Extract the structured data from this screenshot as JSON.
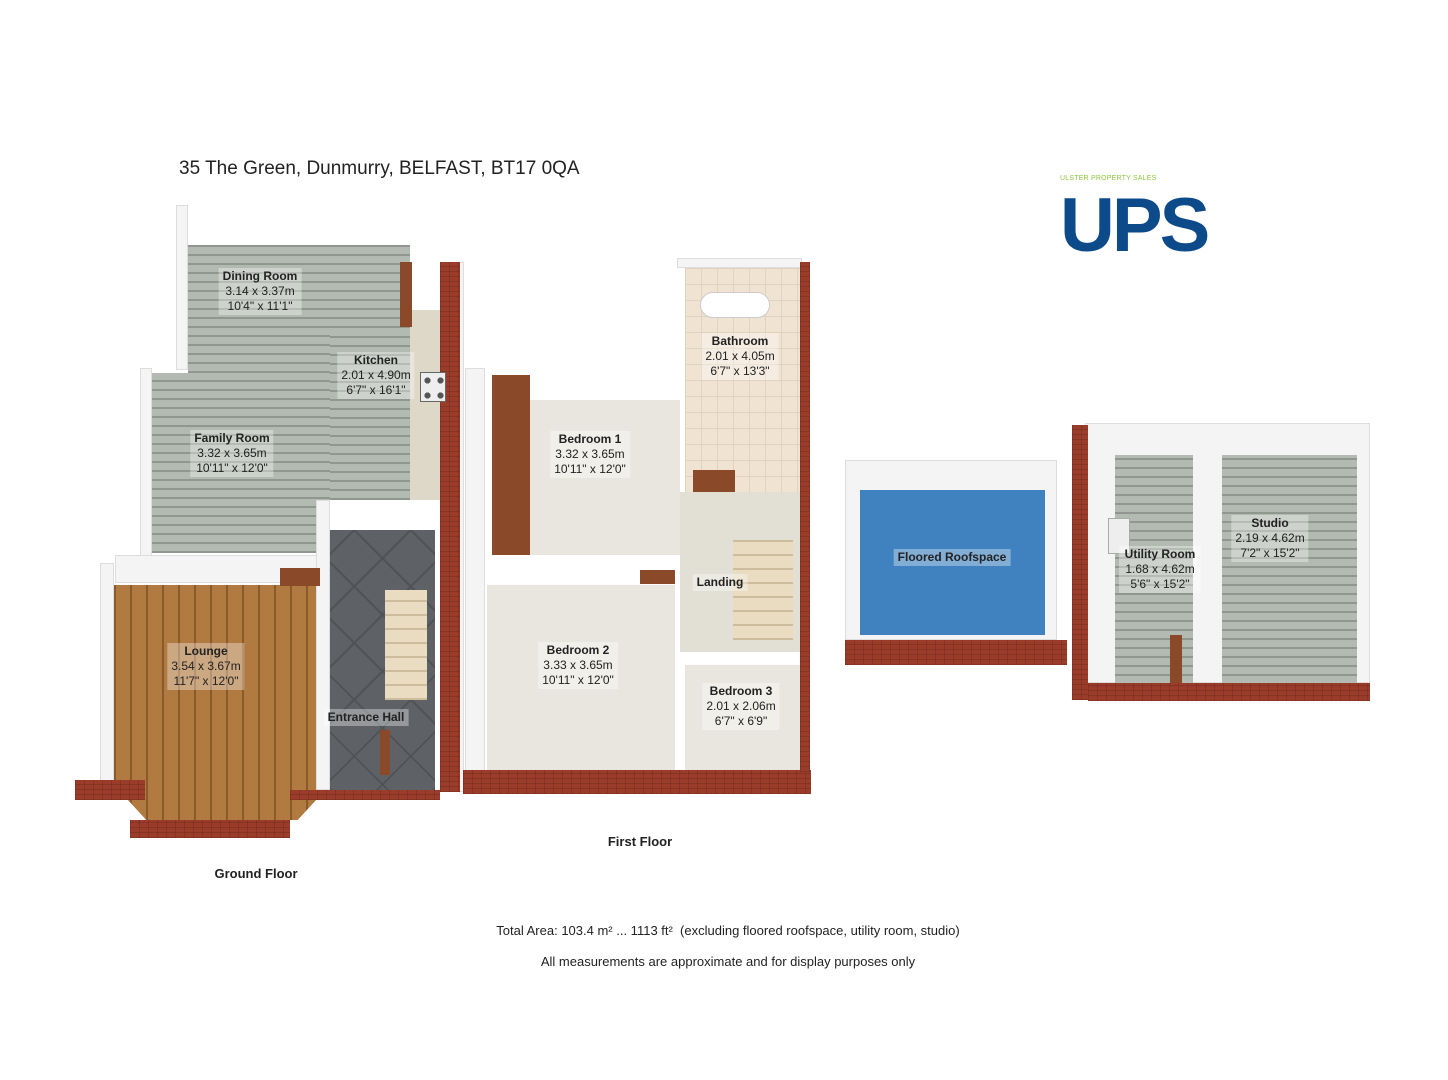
{
  "address": "35 The Green, Dunmurry, BELFAST, BT17 0QA",
  "logo": {
    "tagline": "ULSTER PROPERTY SALES",
    "text": "UPS",
    "color": "#0d4a8a",
    "accent": "#8cc63f"
  },
  "floors": {
    "ground": {
      "caption": "Ground Floor",
      "rooms": [
        {
          "name": "Dining Room",
          "metric": "3.14 x 3.37m",
          "imperial": "10'4\" x 11'1\""
        },
        {
          "name": "Kitchen",
          "metric": "2.01 x 4.90m",
          "imperial": "6'7\" x 16'1\""
        },
        {
          "name": "Family Room",
          "metric": "3.32 x 3.65m",
          "imperial": "10'11\" x 12'0\""
        },
        {
          "name": "Lounge",
          "metric": "3.54 x 3.67m",
          "imperial": "11'7\" x 12'0\""
        },
        {
          "name": "Entrance Hall"
        }
      ]
    },
    "first": {
      "caption": "First Floor",
      "rooms": [
        {
          "name": "Bathroom",
          "metric": "2.01 x 4.05m",
          "imperial": "6'7\" x 13'3\""
        },
        {
          "name": "Bedroom 1",
          "metric": "3.32 x 3.65m",
          "imperial": "10'11\" x 12'0\""
        },
        {
          "name": "Landing"
        },
        {
          "name": "Bedroom 2",
          "metric": "3.33 x 3.65m",
          "imperial": "10'11\" x 12'0\""
        },
        {
          "name": "Bedroom 3",
          "metric": "2.01 x 2.06m",
          "imperial": "6'7\" x 6'9\""
        }
      ]
    },
    "roofspace": {
      "name": "Floored Roofspace"
    },
    "outbuilding": {
      "rooms": [
        {
          "name": "Utility Room",
          "metric": "1.68 x 4.62m",
          "imperial": "5'6\" x 15'2\""
        },
        {
          "name": "Studio",
          "metric": "2.19 x 4.62m",
          "imperial": "7'2\" x 15'2\""
        }
      ]
    }
  },
  "footer": {
    "total_area": "Total Area: 103.4 m² ... 1113 ft²  (excluding floored roofspace, utility room, studio)",
    "disclaimer": "All measurements are approximate and for display purposes only"
  }
}
